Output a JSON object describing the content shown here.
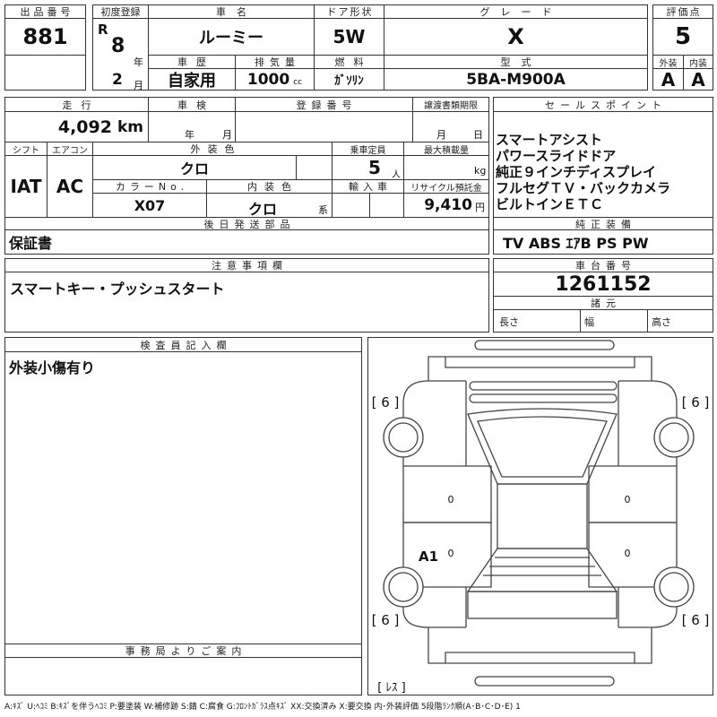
{
  "lot": {
    "label": "出品番号",
    "number": "881"
  },
  "first_registration": {
    "label": "初度登録",
    "era": "R",
    "year": "8",
    "year_unit": "年",
    "month": "2",
    "month_unit": "月"
  },
  "car_name": {
    "label": "車名",
    "value": "ルーミー"
  },
  "door": {
    "label": "ドア形状",
    "value": "5W"
  },
  "grade": {
    "label": "グレード",
    "value": "X"
  },
  "score": {
    "label": "評価点",
    "value": "5"
  },
  "history": {
    "label": "車歴",
    "value": "自家用"
  },
  "displacement": {
    "label": "排気量",
    "value": "1000",
    "unit": "cc"
  },
  "fuel": {
    "label": "燃料",
    "value": "ｶﾞｿﾘﾝ"
  },
  "model_code": {
    "label": "型式",
    "value": "5BA-M900A"
  },
  "exterior_grade": {
    "label": "外装",
    "value": "A"
  },
  "interior_grade": {
    "label": "内装",
    "value": "A"
  },
  "mileage": {
    "label": "走行",
    "value": "4,092",
    "unit": "km"
  },
  "inspection": {
    "label": "車検",
    "year_unit": "年",
    "month_unit": "月"
  },
  "registration_no": {
    "label": "登録番号"
  },
  "transfer_deadline": {
    "label": "譲渡書類期限",
    "month_unit": "月",
    "day_unit": "日"
  },
  "shift": {
    "label": "シフト",
    "value": "IAT"
  },
  "aircon": {
    "label": "エアコン",
    "value": "AC"
  },
  "exterior_color": {
    "label": "外装色",
    "value": "クロ"
  },
  "capacity": {
    "label": "乗車定員",
    "value": "5",
    "unit": "人"
  },
  "max_load": {
    "label": "最大積載量",
    "unit": "kg"
  },
  "color_no": {
    "label": "カラーNo.",
    "value": "X07"
  },
  "interior_color": {
    "label": "内装色",
    "value": "クロ",
    "suffix": "系"
  },
  "imported": {
    "label": "輸入車"
  },
  "recycle_deposit": {
    "label": "リサイクル預託金",
    "value": "9,410",
    "unit": "円"
  },
  "later_parts": {
    "label": "後日発送部品",
    "value": "保証書"
  },
  "sales_points": {
    "label": "セールスポイント",
    "items": [
      "スマートアシスト",
      "パワースライドドア",
      "純正９インチディスプレイ",
      "フルセグＴＶ・バックカメラ",
      "ビルトインＥＴＣ"
    ]
  },
  "standard_equipment": {
    "label": "純正装備",
    "value": "TV ABS ｴｱB PS PW"
  },
  "notes": {
    "label": "注意事項欄",
    "value": "スマートキー・プッシュスタート"
  },
  "chassis_no": {
    "label": "車台番号",
    "value": "1261152"
  },
  "specs": {
    "label": "諸元",
    "length_label": "長さ",
    "width_label": "幅",
    "height_label": "高さ"
  },
  "inspector": {
    "label": "検査員記入欄",
    "value": "外装小傷有り"
  },
  "office": {
    "label": "事務局よりご案内"
  },
  "diagram": {
    "tread_front_left": "[ 6 ]",
    "tread_front_right": "[ 6 ]",
    "tread_rear_left": "[ 6 ]",
    "tread_rear_right": "[ 6 ]",
    "marks": [
      "A1",
      "0",
      "0",
      "0",
      "0"
    ],
    "spare": "[ ﾚｽ ]"
  },
  "legend": "A:ｷｽﾞ U:ﾍｺﾐ B:ｷｽﾞを伴うﾍｺﾐ P:要塗装 W:補修跡 S:錆 C:腐食 G:ﾌﾛﾝﾄｶﾞﾗｽ点ｷｽﾞ XX:交換済み X:要交換  内･外装評価 5段階ﾗﾝｸ順(A･B･C･D･E) 1"
}
